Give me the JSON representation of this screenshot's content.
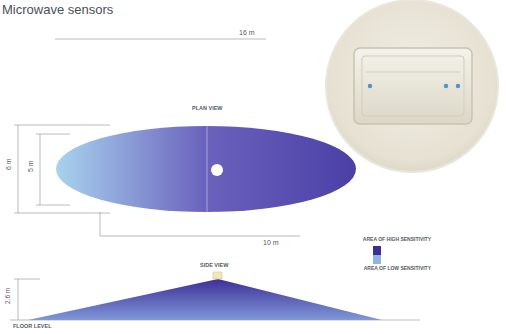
{
  "diagram": {
    "title": "Microwave sensors",
    "labels": [
      "16 m",
      "PLAN VIEW",
      "6 m",
      "5 m",
      "10 m",
      "SIDE VIEW",
      "2.6 m",
      "FLOOR LEVEL"
    ],
    "legend": [
      {
        "text": "AREA OF HIGH SENSITIVITY",
        "color": "#3b2f96"
      },
      {
        "text": "AREA OF LOW SENSITIVITY",
        "color": "#8fb4e4"
      }
    ]
  }
}
